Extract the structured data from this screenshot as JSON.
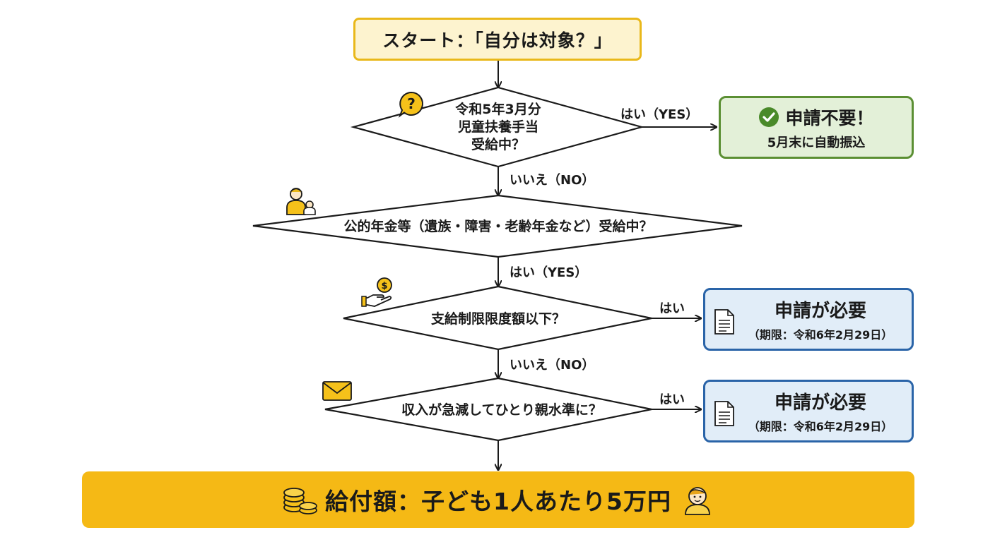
{
  "start": {
    "label": "スタート：「自分は対象？」"
  },
  "decisions": [
    {
      "id": "d1",
      "lines": [
        "令和5年3月分",
        "児童扶養手当",
        "受給中？"
      ],
      "icon": "question-bubble-icon"
    },
    {
      "id": "d2",
      "lines": [
        "公的年金等（遺族・障害・老齢年金など）受給中？"
      ],
      "icon": "parent-child-icon"
    },
    {
      "id": "d3",
      "lines": [
        "支給制限限度額以下？"
      ],
      "icon": "hand-coin-icon"
    },
    {
      "id": "d4",
      "lines": [
        "収入が急減してひとり親水準に？"
      ],
      "icon": "envelope-icon"
    }
  ],
  "edge_labels": {
    "d1_yes": "はい（YES）",
    "d1_no": "いいえ（NO）",
    "d2_yes": "はい（YES）",
    "d3_yes": "はい",
    "d3_no": "いいえ（NO）",
    "d4_yes": "はい"
  },
  "outcomes": {
    "no_application": {
      "title": "申請不要！",
      "subtitle": "5月末に自動振込",
      "icon": "check-circle-icon",
      "color": "#5b8f33"
    },
    "application_1": {
      "title": "申請が必要",
      "subtitle": "（期限：令和6年2月29日）",
      "icon": "document-icon",
      "color": "#2a64a8"
    },
    "application_2": {
      "title": "申請が必要",
      "subtitle": "（期限：令和6年2月29日）",
      "icon": "document-icon",
      "color": "#2a64a8"
    }
  },
  "result": {
    "label": "給付額：子ども1人あたり5万円",
    "icon_left": "coin-stack-icon",
    "icon_right": "child-face-icon",
    "color": "#f5b915"
  },
  "colors": {
    "accent_yellow": "#e9b81a",
    "green": "#5b8f33",
    "blue": "#2a64a8"
  }
}
